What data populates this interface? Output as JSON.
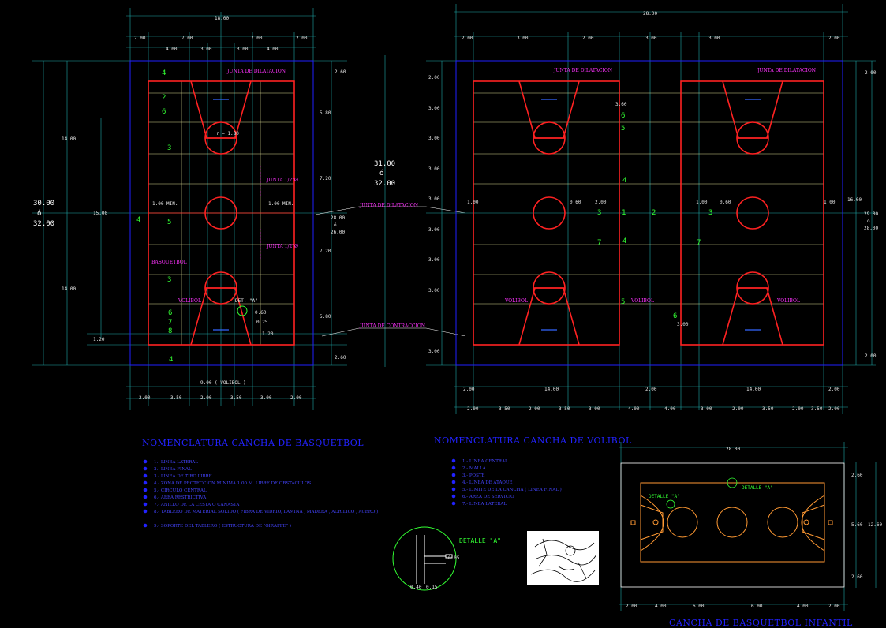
{
  "left_drawing": {
    "dims_top_total": "18.00",
    "dims_top_row2": [
      "2.00",
      "7.00",
      "7.00",
      "2.00"
    ],
    "dims_top_row3": [
      "4.00",
      "3.00",
      "3.00",
      "4.00"
    ],
    "dims_left_total": [
      "30.00",
      "ó",
      "32.00"
    ],
    "dims_left_half": [
      "14.00",
      "14.00"
    ],
    "dim_left_mid": "15.00",
    "dim_left_small": "1.20",
    "dims_right_col": [
      "2.60",
      "5.80",
      "7.20",
      "7.20",
      "5.80",
      "2.60"
    ],
    "dims_right_total": [
      "28.00",
      "ó",
      "26.00"
    ],
    "dims_bottom": [
      "2.00",
      "3.50",
      "2.00",
      "3.50",
      "3.00",
      "2.00"
    ],
    "dim_volibol": "9.00 ( VOLIBOL )",
    "labels": {
      "junta_dilatacion": "JUNTA DE DILATACION",
      "junta_1": "JUNTA 1/2\"Ø",
      "junta_2": "JUNTA 1/2\"Ø",
      "basquetbol": "BASQUETBOL",
      "volibol": "VOLIBOL",
      "det_a": "DET. \"A\"",
      "min_left": "1.00 MIN.",
      "min_right": "1.00 MIN.",
      "radius": "r = 1.80",
      "d1": "0.60",
      "d2": "0.25",
      "d3": "1.20"
    },
    "numbers": [
      "4",
      "2",
      "6",
      "3",
      "4",
      "5",
      "3",
      "6",
      "7",
      "8",
      "4"
    ]
  },
  "center": {
    "total": [
      "31.00",
      "ó",
      "32.00"
    ],
    "junta_dilatacion": "JUNTA DE DILATACION",
    "junta_contraccion": "JUNTA DE CONTRACCION"
  },
  "right_drawing": {
    "dims_top_total": "28.00",
    "dims_top_row2": [
      "2.00",
      "3.00",
      "2.00",
      "3.00",
      "3.00",
      "2.00"
    ],
    "dims_left": [
      "2.00",
      "3.00",
      "3.00",
      "3.00",
      "3.00",
      "3.00",
      "3.00",
      "3.00",
      "3.00"
    ],
    "dims_right": [
      "2.00",
      "16.00",
      "29.00",
      "ó",
      "28.00",
      "2.00"
    ],
    "dims_bottom_row1": [
      "2.00",
      "14.00",
      "2.00",
      "14.00",
      "2.00"
    ],
    "dims_bottom_row2": [
      "2.00",
      "3.50",
      "2.00",
      "3.50",
      "3.00",
      "4.00",
      "4.00",
      "3.00",
      "2.00",
      "3.50",
      "2.00",
      "3.50",
      "2.00"
    ],
    "junta_dilatacion_1": "JUNTA DE DILATACION",
    "junta_dilatacion_2": "JUNTA DE DILATACION",
    "volibol": [
      "VOLIBOL",
      "VOLIBOL",
      "VOLIBOL"
    ],
    "numbers": [
      "6",
      "5",
      "3",
      "1",
      "2",
      "4",
      "7",
      "4",
      "5",
      "6",
      "3",
      "7"
    ],
    "small": [
      "1.00",
      "0.60",
      "2.00",
      "0.60",
      "1.00",
      "1.00",
      "3.00",
      "3.60"
    ]
  },
  "legend_basquetbol": {
    "title": "NOMENCLATURA CANCHA DE BASQUETBOL",
    "items": [
      "1.- LINEA LATERAL",
      "2.- LINEA FINAL",
      "3.- LINEA DE TIRO LIBRE",
      "4.- ZONA DE PROTECCION MINIMA 1.00 M. LIBRE DE OBSTACULOS",
      "5.- CIRCULO CENTRAL",
      "6.- AREA RESTRICTIVA",
      "7.- ANILLO DE LA CESTA O CANASTA",
      "8.- TABLERO DE MATERIAL SOLIDO ( FIBRA DE VIDRIO, LAMINA , MADERA , ACRILICO , ACERO )",
      "9.- SOPORTE DEL TABLERO ( ESTRUCTURA DE \"GIRAFFE\" )"
    ]
  },
  "legend_volibol": {
    "title": "NOMENCLATURA CANCHA DE VOLIBOL",
    "items": [
      "1.- LINEA CENTRAL",
      "2.- MALLA",
      "3.- POSTE",
      "4.- LINEA DE ATAQUE",
      "5.- LIMITE DE LA CANCHA ( LINEA FINAL )",
      "6.- AREA DE SERVICIO",
      "7.- LINEA LATERAL"
    ]
  },
  "detail": {
    "label": "DETALLE \"A\"",
    "small": [
      "0.05",
      "0.40",
      "0.15"
    ]
  },
  "infantil": {
    "title": "CANCHA DE BASQUETBOL INFANTIL",
    "dim_top": "28.00",
    "dims_right": [
      "2.60",
      "5.60",
      "12.60",
      "2.60"
    ],
    "dims_bottom": [
      "2.00",
      "4.00",
      "6.00",
      "6.00",
      "4.00",
      "2.00"
    ],
    "detalle_1": "DETALLE \"A\"",
    "detalle_2": "DETALLE \"A\""
  },
  "colors": {
    "background": "#000000",
    "court_red": "#ff2222",
    "grid_yellow": "#e8e890",
    "frame_blue": "#2020ff",
    "dim_cyan": "#20c8c8",
    "text_green": "#33ff33",
    "label_magenta": "#ff33ff",
    "title_blue": "#2222ff",
    "orange": "#ff9933"
  }
}
